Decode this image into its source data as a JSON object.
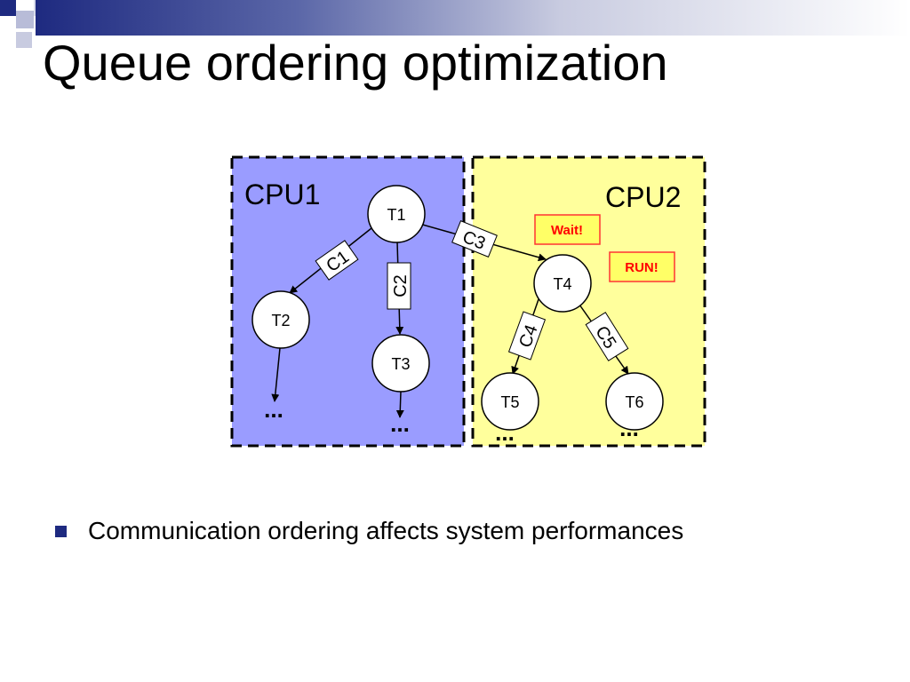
{
  "slide": {
    "title": "Queue ordering optimization",
    "bullets": [
      "Communication ordering affects system performances"
    ]
  },
  "diagram": {
    "cpu_labels": [
      "CPU1",
      "CPU2"
    ],
    "tasks": [
      "T1",
      "T2",
      "T3",
      "T4",
      "T5",
      "T6"
    ],
    "communications": [
      "C1",
      "C2",
      "C3",
      "C4",
      "C5"
    ],
    "status_labels": [
      "Wait!",
      "RUN!"
    ],
    "continuation_marker": "..."
  },
  "colors": {
    "cpu1_fill": "#9a9cff",
    "cpu2_fill": "#ffff9c",
    "status_text": "#ff0000",
    "status_fill": "#ffff66",
    "bullet": "#1e2a80"
  }
}
